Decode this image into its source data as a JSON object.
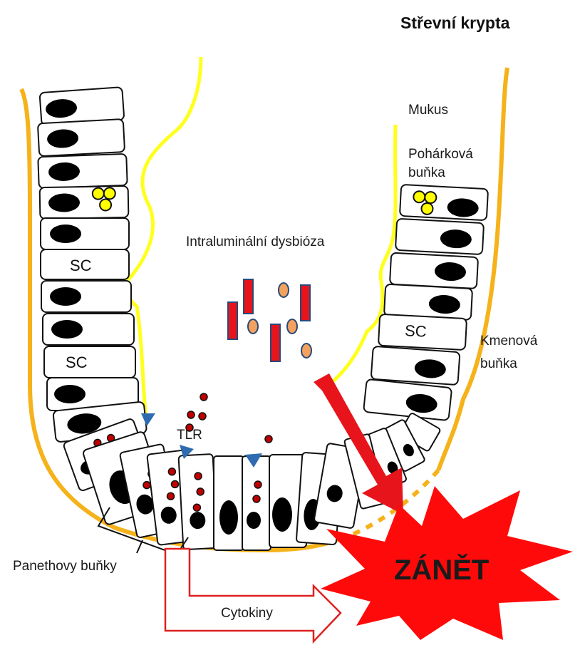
{
  "title": "Střevní krypta",
  "labels": {
    "mucus": "Mukus",
    "goblet_line1": "Pohárková",
    "goblet_line2": "buňka",
    "dysbiosis": "Intraluminální dysbióza",
    "stem_line1": "Kmenová",
    "stem_line2": "buňka",
    "tlr": "TLR",
    "paneth": "Panethovy buňky",
    "cytokines": "Cytokiny",
    "inflammation": "ZÁNĚT"
  },
  "stem_cell_tag": "SC",
  "colors": {
    "basement": "#f5b21a",
    "mucus": "#ffff1e",
    "goblet_granule": "#ffff00",
    "tlr": "#2e6bb0",
    "bacteria_rod": "#e8141c",
    "bacteria_coccus": "#f2a25e",
    "granule": "#c00000",
    "inflammation": "#ff0a0a",
    "cytokine_arrow": "#e02020"
  },
  "icons": [
    "tlr-receptor-icon",
    "red-arrow-icon",
    "cytokine-arrow-icon",
    "explosion-icon"
  ]
}
